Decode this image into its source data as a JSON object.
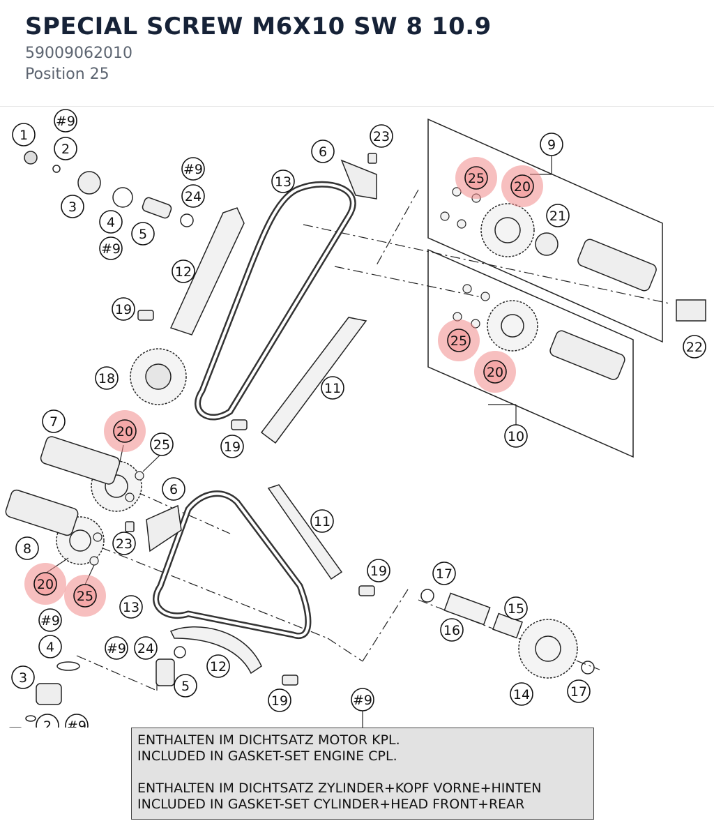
{
  "part": {
    "title": "SPECIAL SCREW M6X10 SW 8 10.9",
    "number": "59009062010",
    "position": "Position 25"
  },
  "note": {
    "lines": [
      "ENTHALTEN IM DICHTSATZ MOTOR KPL.",
      "INCLUDED IN GASKET-SET ENGINE CPL.",
      "ENTHALTEN IM DICHTSATZ ZYLINDER+KOPF VORNE+HINTEN",
      "INCLUDED IN GASKET-SET CYLINDER+HEAD FRONT+REAR"
    ]
  },
  "colors": {
    "highlight": "#f08a8a",
    "title": "#162237",
    "subtitle": "#5c6470",
    "note_bg": "#e2e2e2"
  },
  "callouts": [
    "1",
    "#9",
    "2",
    "3",
    "4",
    "#9",
    "5",
    "#9",
    "24",
    "6",
    "23",
    "13",
    "12",
    "19",
    "18",
    "9",
    "25",
    "20",
    "21",
    "22",
    "25",
    "20",
    "10",
    "11",
    "19",
    "7",
    "20",
    "25",
    "6",
    "8",
    "23",
    "20",
    "25",
    "13",
    "11",
    "19",
    "17",
    "15",
    "16",
    "14",
    "17",
    "#9",
    "4",
    "#9",
    "24",
    "3",
    "12",
    "5",
    "2",
    "#9",
    "19",
    "1",
    "#9"
  ],
  "highlighted_position": "25"
}
